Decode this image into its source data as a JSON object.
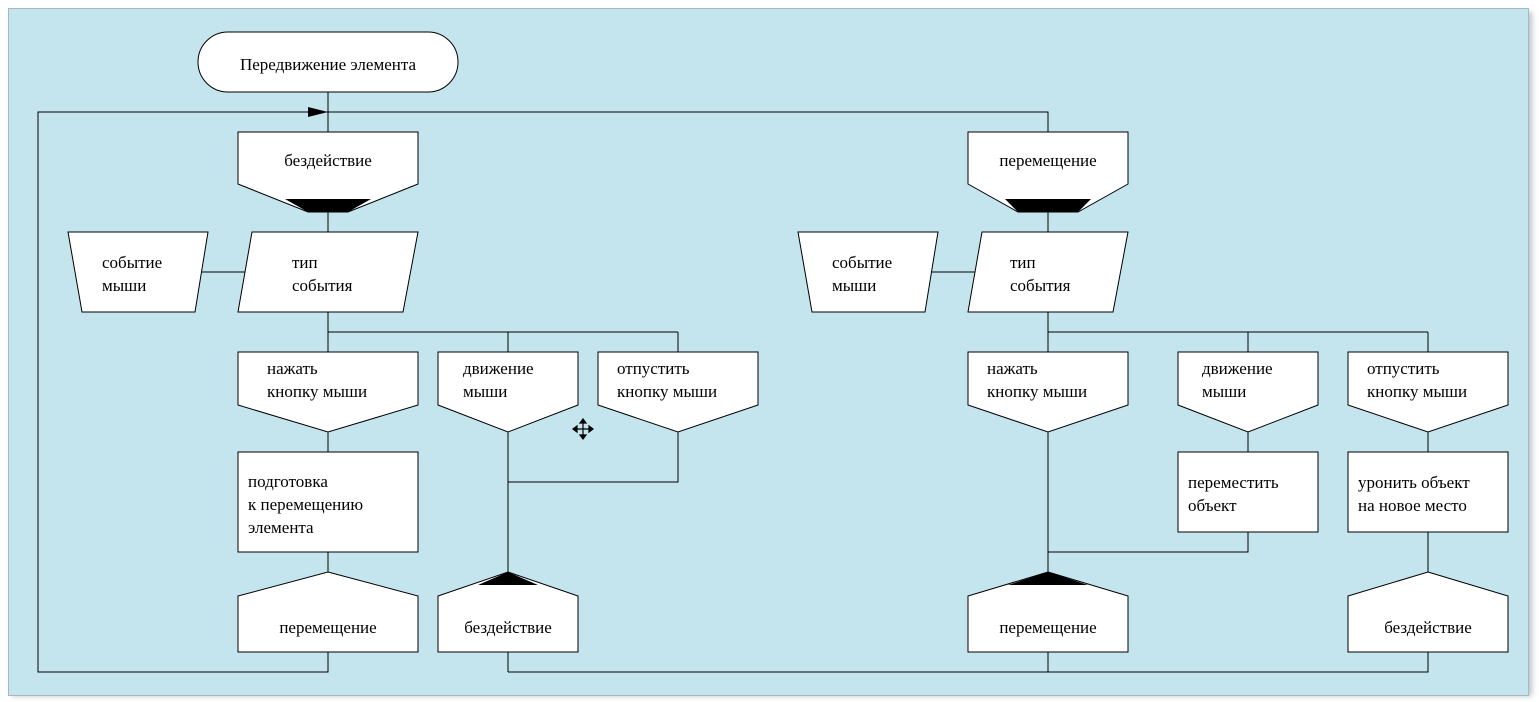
{
  "diagram": {
    "title": "Передвижение элемента",
    "left": {
      "state": "бездействие",
      "input_source": [
        "событие",
        "мыши"
      ],
      "input_type": [
        "тип",
        "события"
      ],
      "case_press": [
        "нажать",
        "кнопку мыши"
      ],
      "case_move": [
        "движение",
        "мыши"
      ],
      "case_release": [
        "отпустить",
        "кнопку мыши"
      ],
      "action_prepare": [
        "подготовка",
        "к перемещению",
        "элемента"
      ],
      "next_state_a": "перемещение",
      "next_state_b": "бездействие"
    },
    "right": {
      "state": "перемещение",
      "input_source": [
        "событие",
        "мыши"
      ],
      "input_type": [
        "тип",
        "события"
      ],
      "case_press": [
        "нажать",
        "кнопку мыши"
      ],
      "case_move": [
        "движение",
        "мыши"
      ],
      "case_release": [
        "отпустить",
        "кнопку мыши"
      ],
      "action_move": [
        "переместить",
        "объект"
      ],
      "action_drop": [
        "уронить объект",
        "на новое место"
      ],
      "next_state_a": "перемещение",
      "next_state_b": "бездействие"
    },
    "cursor_icon": "move-cursor-icon",
    "colors": {
      "background": "#c5e5ee",
      "shape_fill": "#ffffff",
      "stroke": "#000000",
      "marker": "#000000"
    }
  }
}
